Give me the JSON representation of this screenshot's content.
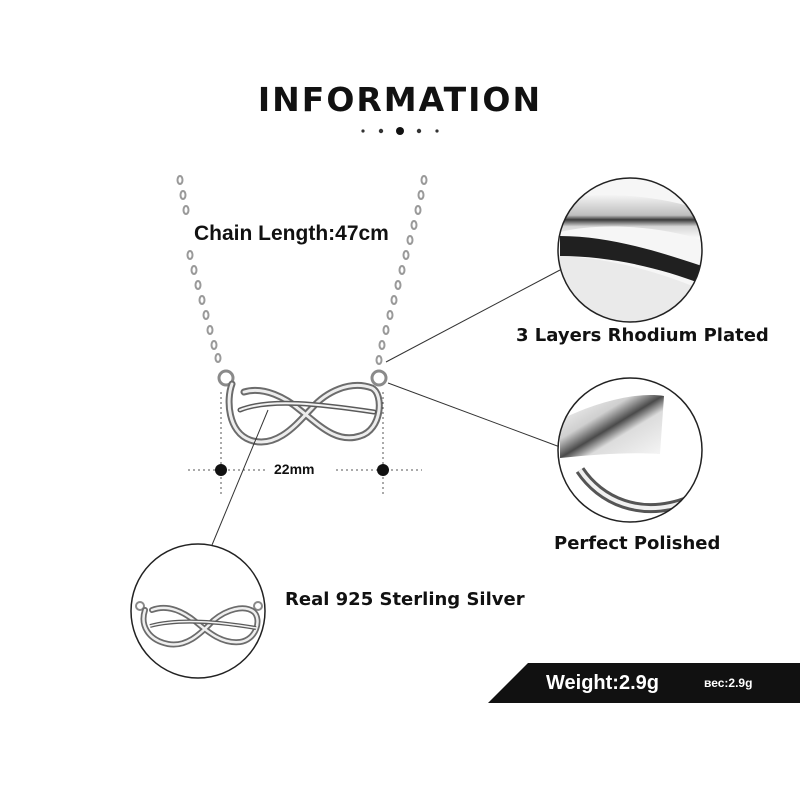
{
  "header": {
    "title": "INFORMATION"
  },
  "specs": {
    "chain_length": "Chain Length:47cm",
    "width": "22mm",
    "plating": "3 Layers Rhodium Plated",
    "finish": "Perfect  Polished",
    "material": "Real 925  Sterling  Silver"
  },
  "weight": {
    "label": "Weight:2.9g",
    "label_alt": "вес:2.9g"
  },
  "colors": {
    "banner": "#111111",
    "text": "#111111",
    "silver_dark": "#333333",
    "silver_light": "#e8e8e8"
  }
}
